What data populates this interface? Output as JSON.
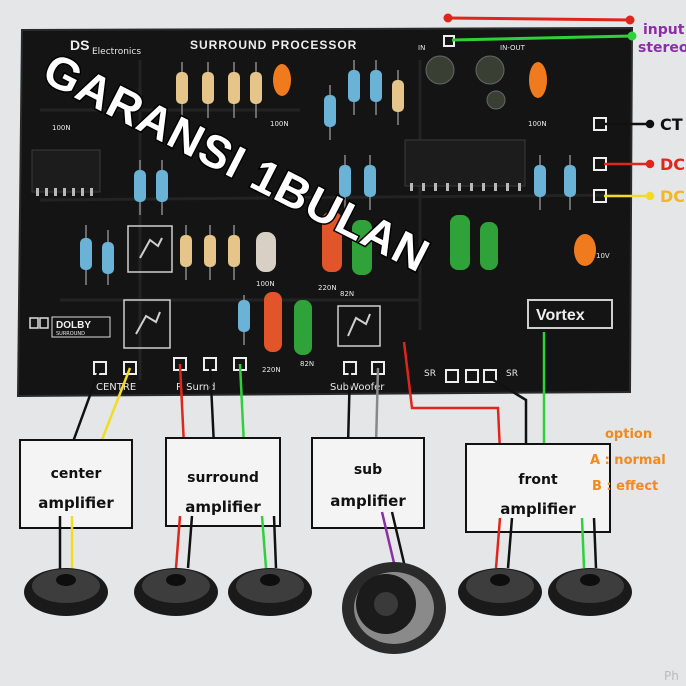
{
  "board": {
    "brand": "DS",
    "brand_sub": "Electronics",
    "title": "SURROUND PROCESSOR",
    "dolby_label": "DOLBY",
    "dolby_sub": "SURROUND",
    "vortex_label": "Vortex",
    "part_labels": [
      "100N",
      "100N",
      "100N",
      "220N",
      "82N",
      "220N",
      "82N",
      "100N",
      "10V"
    ],
    "out_centre": "CENTRE",
    "out_surround": "R Surnd",
    "out_sub": "SubWoofer",
    "out_sr_left": "SR",
    "out_sr_right": "SR",
    "in_label": "IN",
    "inout_label": "IN-OUT"
  },
  "side_labels": {
    "input_line1": "input",
    "input_line2": "stereo",
    "ct": "CT",
    "dc1": "DC",
    "dc2": "DC"
  },
  "amplifiers": [
    {
      "line1": "center",
      "line2": "amplifier"
    },
    {
      "line1": "surround",
      "line2": "amplifier"
    },
    {
      "line1": "sub",
      "line2": "amplifier"
    },
    {
      "line1": "front",
      "line2": "amplifier"
    }
  ],
  "option": {
    "line1": "option",
    "line2": "A : normal",
    "line3": "B : effect"
  },
  "watermark": "GARANSI 1BULAN",
  "corner_mark": "Ph",
  "colors": {
    "pcb": "#141414",
    "wire_red": "#e0261c",
    "wire_green": "#2fd13b",
    "wire_yellow": "#f2dc23",
    "wire_black": "#111111",
    "wire_purple": "#8a2ea8",
    "option_orange": "#f08a1c"
  }
}
